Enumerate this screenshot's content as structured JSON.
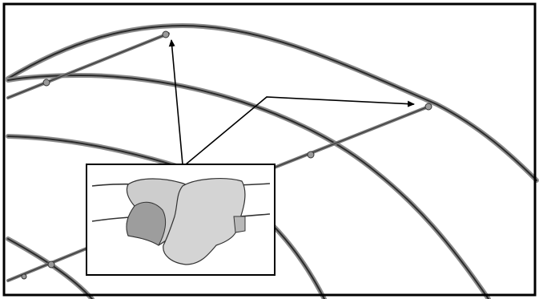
{
  "figure": {
    "frame_color": "#000000",
    "background_color": "#ffffff",
    "arch_stroke_color": "#2b2b2b",
    "arch_shade_color": "#8a8a8a",
    "purlin_color": "#555555",
    "joint_color": "#9a9a9a",
    "callout_arrow_color": "#000000",
    "inset_frame_color": "#000000",
    "weld_light_color": "#cdcdcd",
    "weld_dark_color": "#9d9d9d",
    "rebar_color": "#333333",
    "arch_count": 4,
    "purlin_count": 3,
    "weld_joint_count": 6,
    "callout_arrow_count": 2,
    "inset_panel_count": 1
  }
}
